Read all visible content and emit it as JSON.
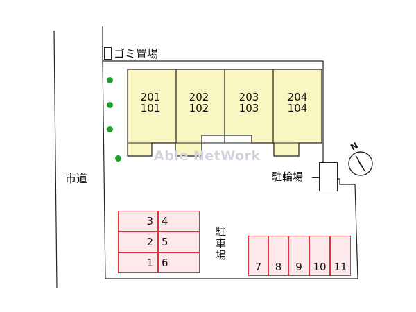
{
  "labels": {
    "garbage": "ゴミ置場",
    "city_road": "市道",
    "bicycle_parking": "駐輪場",
    "parking_lot": "駐車場"
  },
  "units": [
    {
      "upper": "201",
      "lower": "101"
    },
    {
      "upper": "202",
      "lower": "102"
    },
    {
      "upper": "203",
      "lower": "103"
    },
    {
      "upper": "204",
      "lower": "104"
    }
  ],
  "parking_left_rows": [
    [
      "3",
      "4"
    ],
    [
      "2",
      "5"
    ],
    [
      "1",
      "6"
    ]
  ],
  "parking_right": [
    "7",
    "8",
    "9",
    "10",
    "11"
  ],
  "compass": {
    "label": "N"
  },
  "watermark": "Able NetWork",
  "trees": 4,
  "colors": {
    "building_fill": "#faf6c2",
    "parking_border": "#e0303c",
    "parking_fill": "#fde8ec",
    "tree": "#1e9e2c",
    "watermark": "#cfd3dc"
  }
}
